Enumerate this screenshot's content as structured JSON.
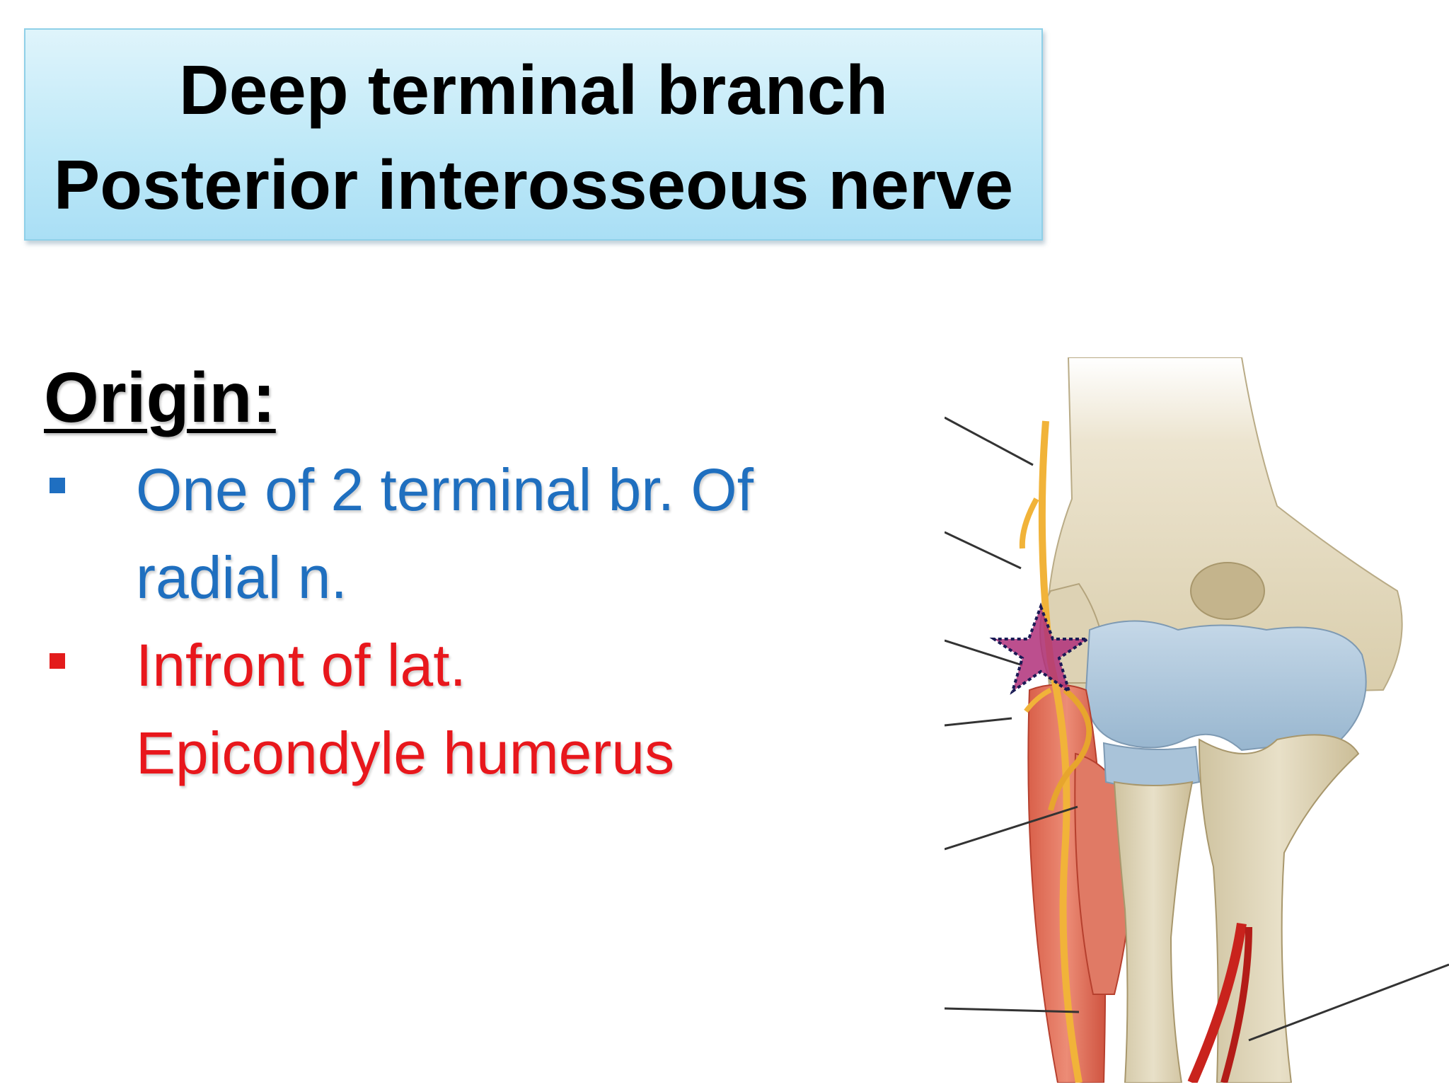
{
  "title": {
    "line1": "Deep terminal branch",
    "line2": "Posterior interosseous  nerve"
  },
  "origin": {
    "heading": "Origin:",
    "bullets": [
      {
        "lines": [
          "One of 2 terminal br. Of",
          "radial n."
        ],
        "color": "#1f6fbf"
      },
      {
        "lines": [
          "Infront of lat.",
          "Epicondyle humerus"
        ],
        "color": "#e8171c"
      }
    ]
  },
  "figure": {
    "subject": "elbow anatomy illustration with radial nerve",
    "marker_icon": "star-icon",
    "marker_color": "#b0307a"
  }
}
